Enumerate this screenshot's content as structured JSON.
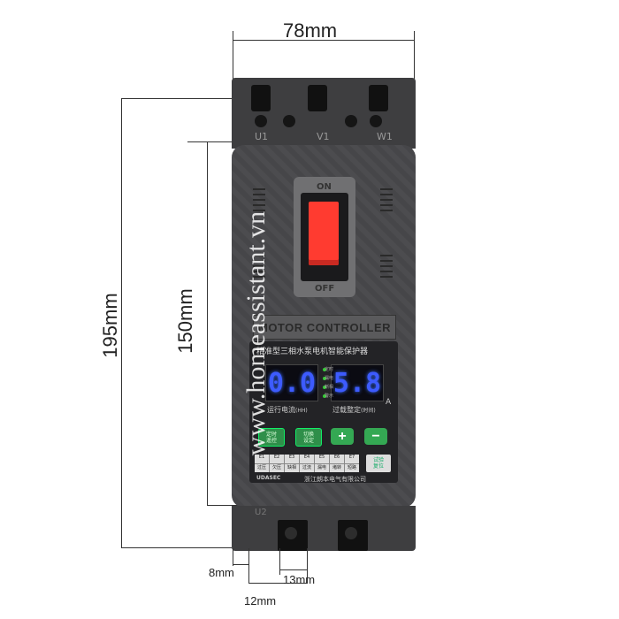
{
  "dimensions": {
    "width": "78mm",
    "height_total": "195mm",
    "height_body": "150mm",
    "bottom_left": "8mm",
    "bottom_gap": "13mm",
    "bottom_center": "12mm"
  },
  "device": {
    "top_terminals": [
      "U1",
      "V1",
      "W1"
    ],
    "switch_on": "ON",
    "switch_off": "OFF",
    "brand_plate": "MOTOR CONTROLLER",
    "panel_title": "精准型三相水泵电机智能保护器",
    "display_left": "0.0",
    "display_right": "5.8",
    "display_unit": "A",
    "label_left": "运行电流",
    "label_left_sub": "(HH)",
    "label_right": "过载整定",
    "label_right_sub": "(时间)",
    "indicators": [
      "定时",
      "漏电",
      "断相",
      "警示"
    ],
    "buttons": {
      "btn1": "定时\n遥控",
      "btn2": "切换\n设定",
      "plus": "+",
      "minus": "−",
      "test": "试验\n复位"
    },
    "error_codes": [
      "E1",
      "E2",
      "E3",
      "E4",
      "E5",
      "E6",
      "E7"
    ],
    "error_desc": [
      "过压",
      "欠压",
      "缺相",
      "过流",
      "漏电",
      "堵转",
      "短路"
    ],
    "logo": "UDASEC",
    "company": "浙江朗本电气有限公司",
    "bottom_terminals": [
      "U2"
    ]
  },
  "watermark": "www.homeassistant.vn",
  "colors": {
    "housing": "#4a4a4c",
    "panel": "#2a2a2d",
    "switch": "#ff3b30",
    "display": "#3d5bff",
    "green_button": "#34a853"
  }
}
